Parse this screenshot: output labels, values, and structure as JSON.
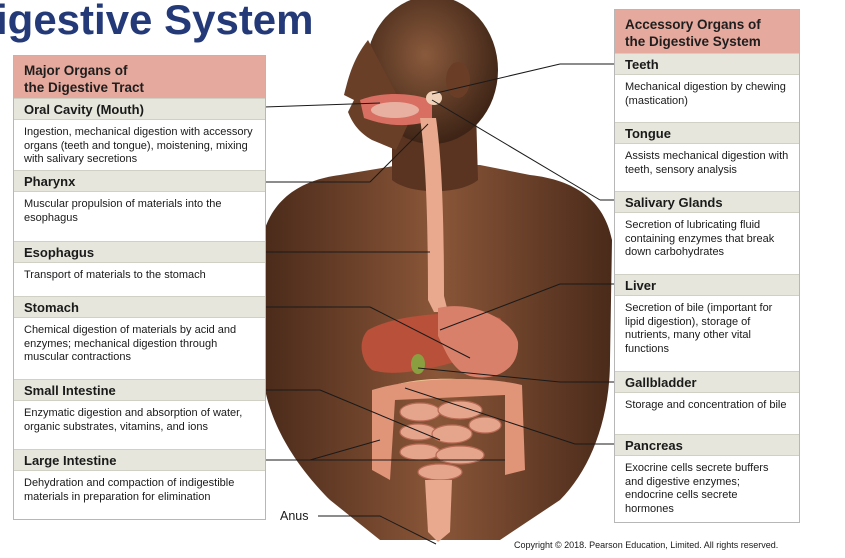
{
  "title": "igestive System",
  "left_panel": {
    "heading": "Major Organs of\nthe Digestive Tract",
    "organs": [
      {
        "name": "Oral Cavity (Mouth)",
        "desc": "Ingestion, mechanical digestion with accessory organs (teeth and tongue), moistening, mixing with salivary secretions"
      },
      {
        "name": "Pharynx",
        "desc": "Muscular propulsion of materials into the esophagus"
      },
      {
        "name": "Esophagus",
        "desc": "Transport of materials to the stomach"
      },
      {
        "name": "Stomach",
        "desc": "Chemical digestion of materials by acid and enzymes; mechanical digestion through muscular contractions"
      },
      {
        "name": "Small Intestine",
        "desc": "Enzymatic digestion and absorption of water, organic substrates, vitamins, and ions"
      },
      {
        "name": "Large Intestine",
        "desc": "Dehydration and compaction of indigestible materials in preparation for elimination"
      }
    ]
  },
  "right_panel": {
    "heading": "Accessory Organs of\nthe Digestive System",
    "organs": [
      {
        "name": "Teeth",
        "desc": "Mechanical digestion by chewing (mastication)"
      },
      {
        "name": "Tongue",
        "desc": "Assists mechanical digestion with teeth, sensory analysis"
      },
      {
        "name": "Salivary Glands",
        "desc": "Secretion of lubricating fluid containing enzymes that break down carbohydrates"
      },
      {
        "name": "Liver",
        "desc": "Secretion of bile (important for lipid digestion), storage of nutrients, many other vital functions"
      },
      {
        "name": "Gallbladder",
        "desc": "Storage and concentration of bile"
      },
      {
        "name": "Pancreas",
        "desc": "Exocrine cells secrete buffers and digestive enzymes; endocrine cells secrete hormones"
      }
    ]
  },
  "anus_label": "Anus",
  "copyright": "Copyright © 2018. Pearson Education, Limited. All rights reserved.",
  "colors": {
    "title": "#243a78",
    "panel_heading": "#e6a99d",
    "organ_title_band": "#e6e6dc",
    "skin": "#7a4a30",
    "esophagus": "#e8a98e",
    "liver": "#b8503a",
    "stomach": "#d9806b",
    "intestine": "#e5a48c"
  }
}
